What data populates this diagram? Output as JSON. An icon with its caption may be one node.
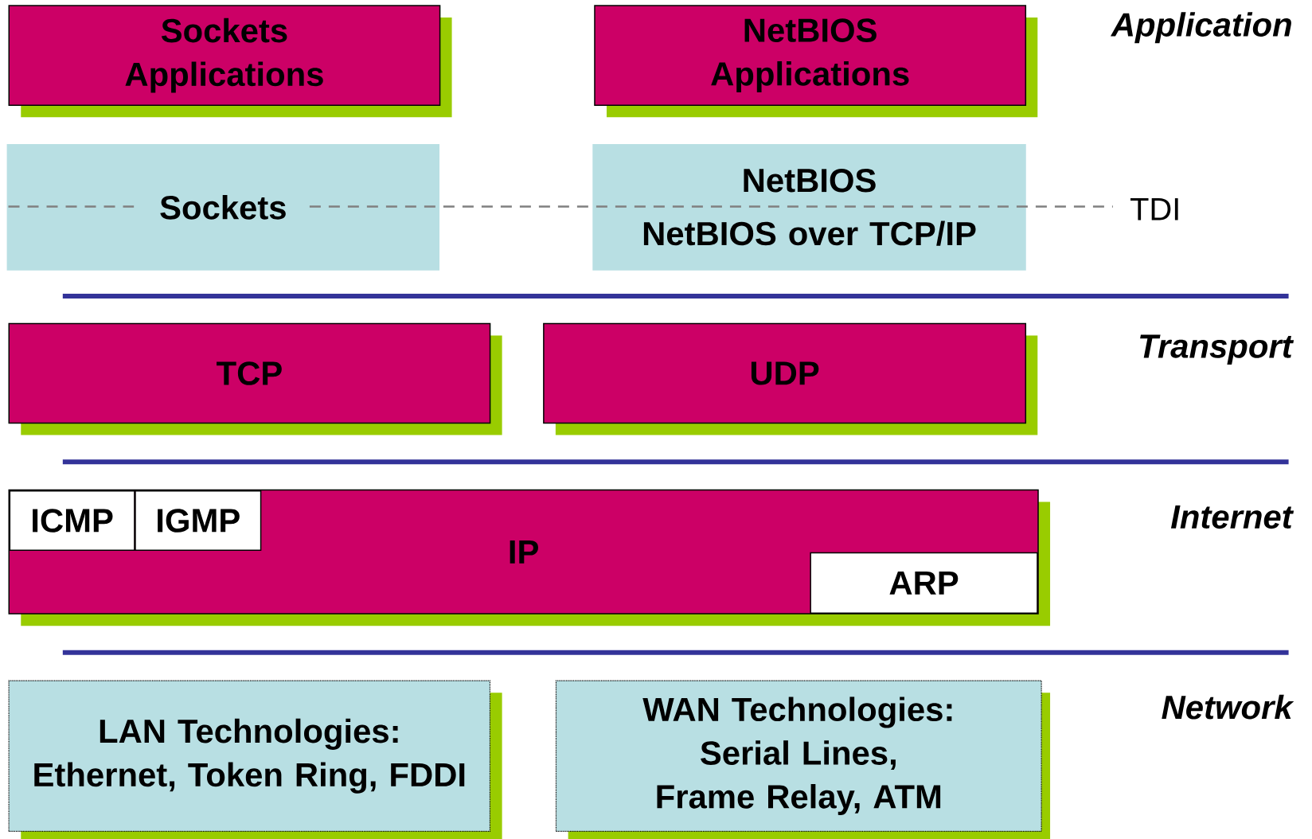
{
  "diagram": {
    "nodes": [
      {
        "text": [
          "Sockets Applications"
        ]
      },
      {
        "text": [
          "NetBIOS Applications"
        ]
      },
      {
        "text": [
          "Sockets"
        ]
      },
      {
        "text": [
          "NetBIOS",
          "NetBIOS over TCP/IP"
        ]
      },
      {
        "text": [
          "TCP"
        ]
      },
      {
        "text": [
          "UDP"
        ]
      },
      {
        "text": [
          "IP"
        ]
      },
      {
        "text": [
          "ICMP"
        ],
        "in": 6
      },
      {
        "text": [
          "IGMP"
        ],
        "in": 6
      },
      {
        "text": [
          "ARP"
        ],
        "in": 6
      },
      {
        "text": [
          "LAN Technologies:",
          "Ethernet, Token Ring, FDDI"
        ]
      },
      {
        "text": [
          "WAN Technologies:",
          "Serial Lines, Frame Relay, ATM"
        ]
      }
    ],
    "edges": [],
    "labels": [
      "Application",
      "TDI",
      "Transport",
      "Internet",
      "Network"
    ]
  }
}
